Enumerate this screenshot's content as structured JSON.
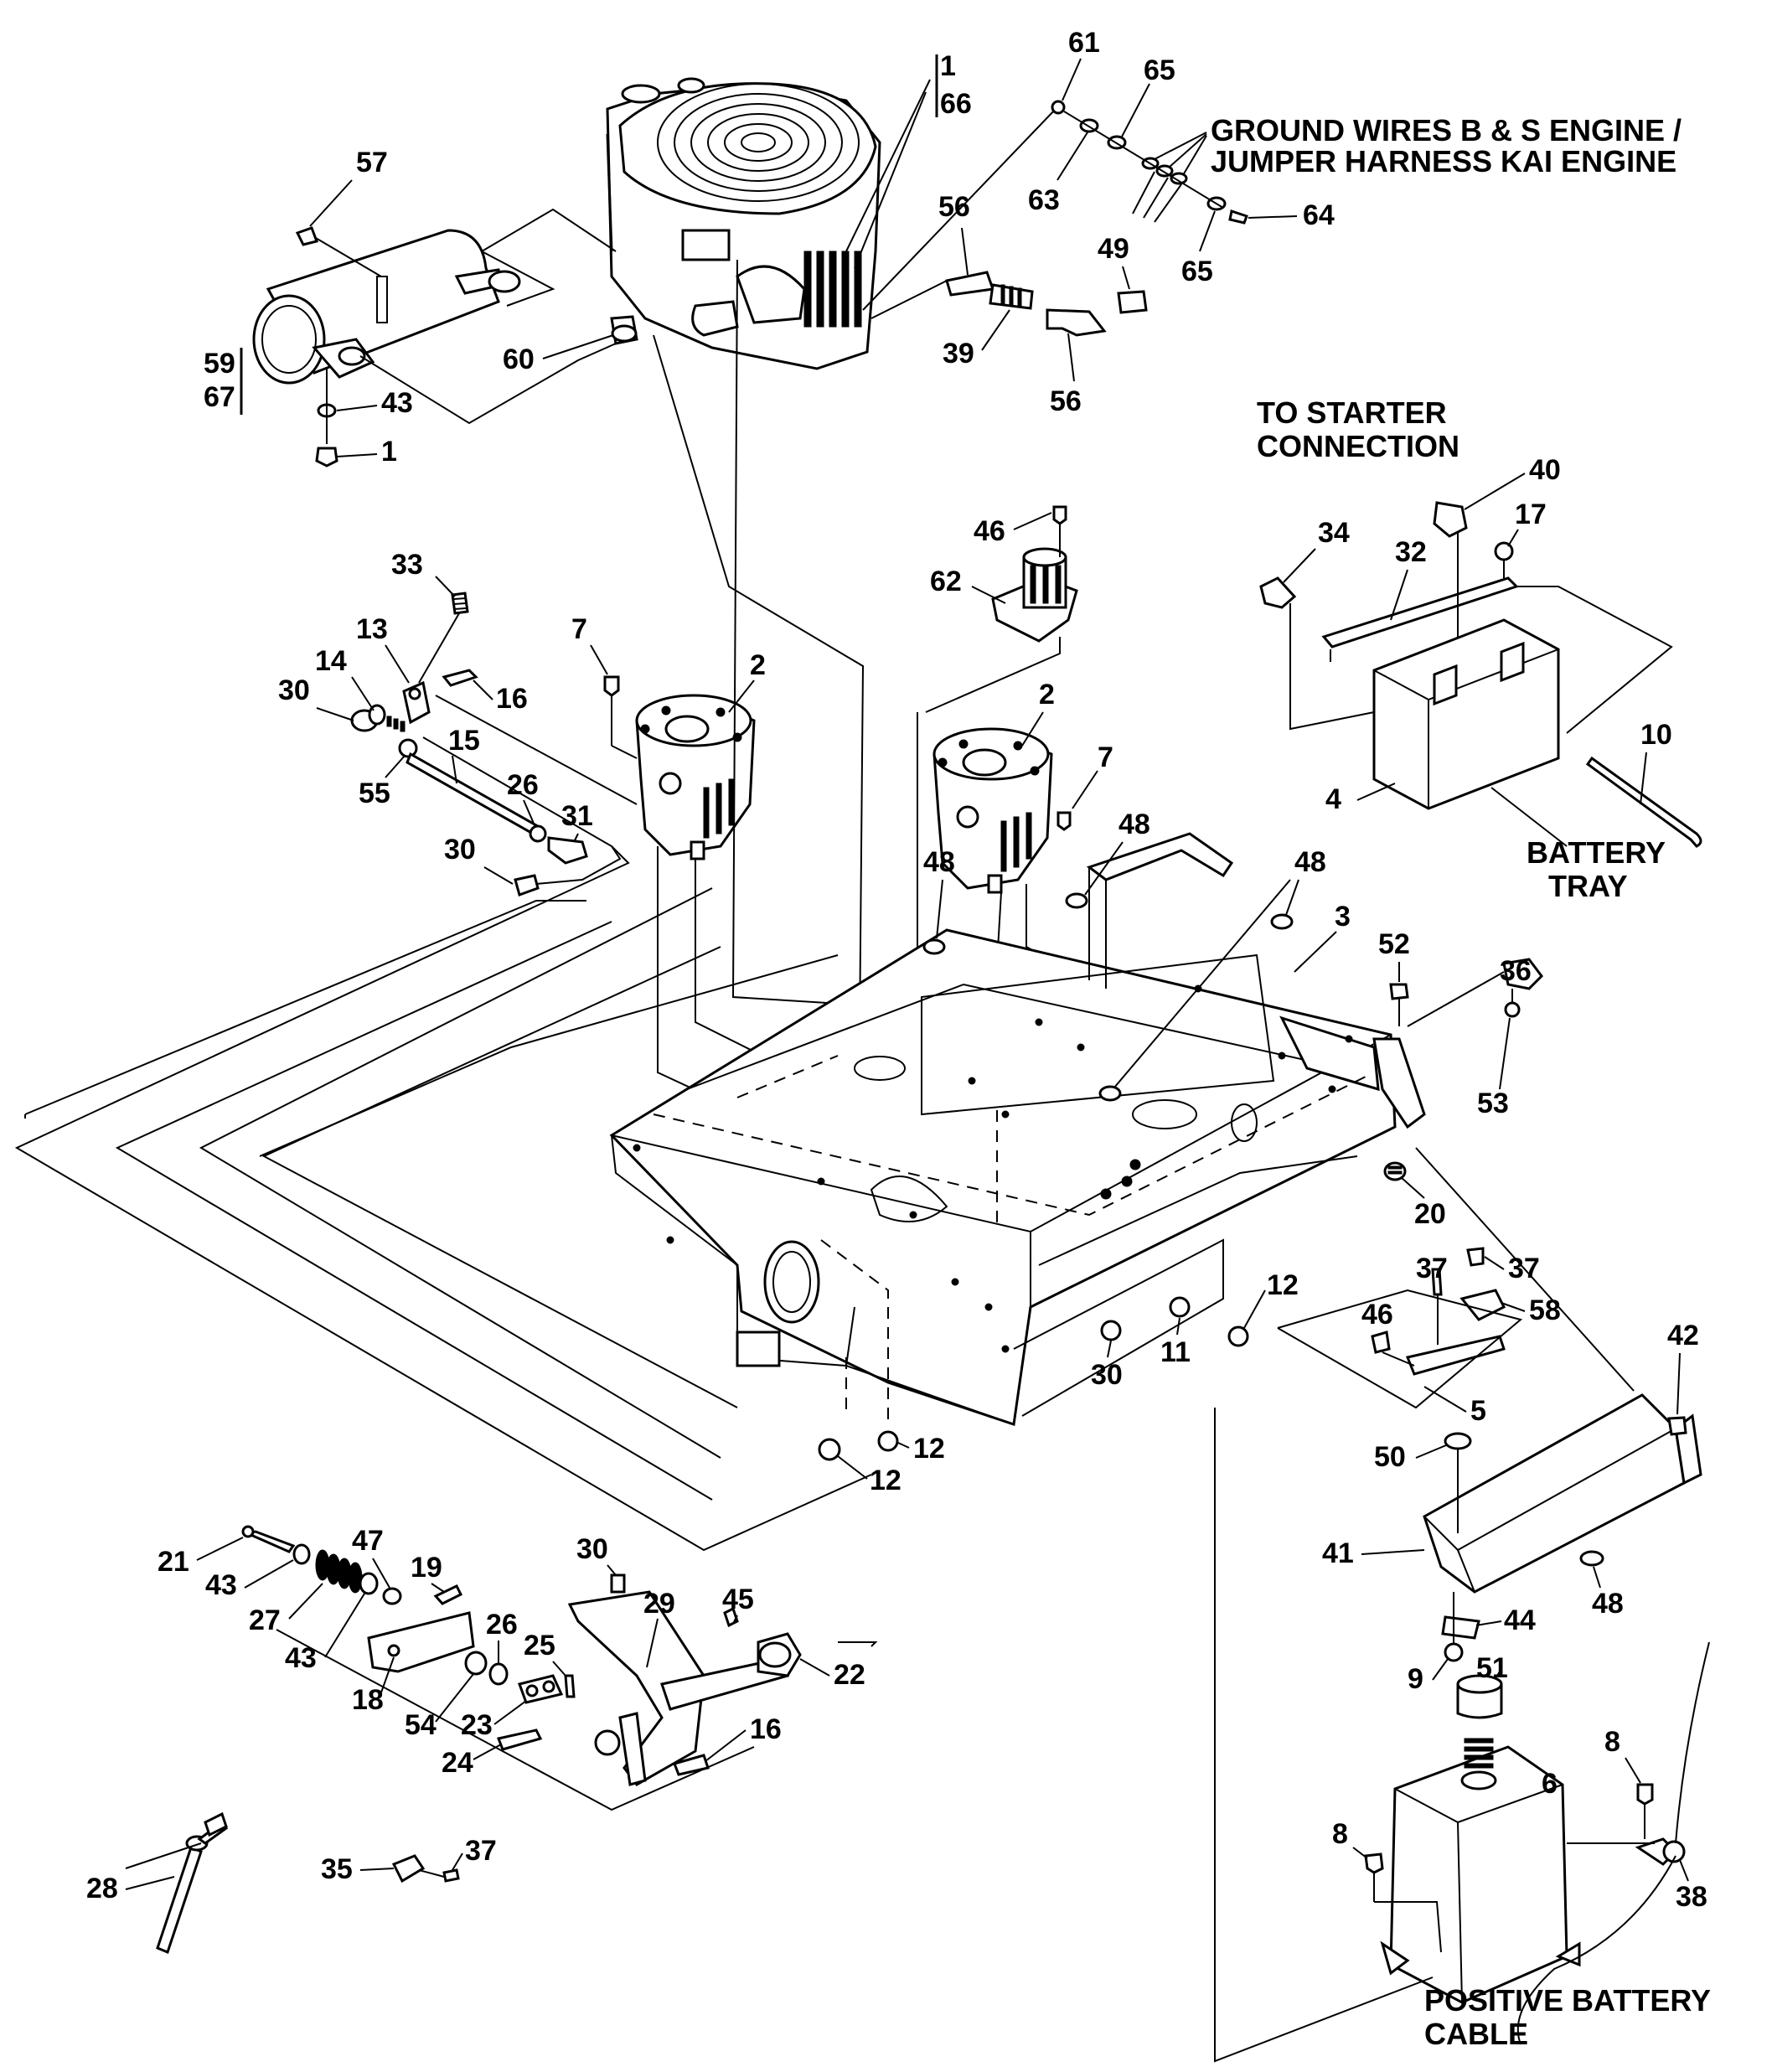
{
  "notes": {
    "ground_wires": [
      "GROUND WIRES B & S ENGINE /",
      "JUMPER HARNESS KAI ENGINE"
    ],
    "starter": [
      "TO STARTER",
      "CONNECTION"
    ],
    "battery_tray": [
      "BATTERY",
      "TRAY"
    ],
    "battery_cable": [
      "POSITIVE BATTERY",
      "CABLE"
    ]
  },
  "callouts": {
    "c1a": "1",
    "c66": "66",
    "c61": "61",
    "c65a": "65",
    "c63": "63",
    "c64": "64",
    "c65b": "65",
    "c57": "57",
    "c56a": "56",
    "c49": "49",
    "c39": "39",
    "c56b": "56",
    "c59": "59",
    "c67": "67",
    "c43a": "43",
    "c1b": "1",
    "c60": "60",
    "c40": "40",
    "c17": "17",
    "c34": "34",
    "c32": "32",
    "c46a": "46",
    "c62": "62",
    "c33": "33",
    "c13": "13",
    "c14": "14",
    "c30a": "30",
    "c16a": "16",
    "c15": "15",
    "c55": "55",
    "c26a": "26",
    "c31": "31",
    "c30b": "30",
    "c7a": "7",
    "c2a": "2",
    "c2b": "2",
    "c7b": "7",
    "c48a": "48",
    "c48b": "48",
    "c48c": "48",
    "c3": "3",
    "c10": "10",
    "c4": "4",
    "c52": "52",
    "c36": "36",
    "c53": "53",
    "c20": "20",
    "c37a": "37",
    "c37b": "37",
    "c58": "58",
    "c46b": "46",
    "c12a": "12",
    "c5": "5",
    "c42": "42",
    "c30c": "30",
    "c11": "11",
    "c12b": "12",
    "c12c": "12",
    "c50": "50",
    "c41": "41",
    "c48d": "48",
    "c44": "44",
    "c9": "9",
    "c51": "51",
    "c8a": "8",
    "c8b": "8",
    "c6": "6",
    "c38": "38",
    "c21": "21",
    "c43b": "43",
    "c27": "27",
    "c43c": "43",
    "c47": "47",
    "c19": "19",
    "c30d": "30",
    "c29": "29",
    "c45": "45",
    "c22": "22",
    "c18": "18",
    "c54": "54",
    "c26b": "26",
    "c25": "25",
    "c23": "23",
    "c24": "24",
    "c16b": "16",
    "c28": "28",
    "c35": "35",
    "c37c": "37"
  },
  "icons": [
    "engine-icon",
    "muffler-icon",
    "hydraulic-pump-icon",
    "starter-solenoid-icon",
    "battery-icon",
    "frame-icon",
    "fuel-tank-icon",
    "brake-linkage-icon"
  ]
}
